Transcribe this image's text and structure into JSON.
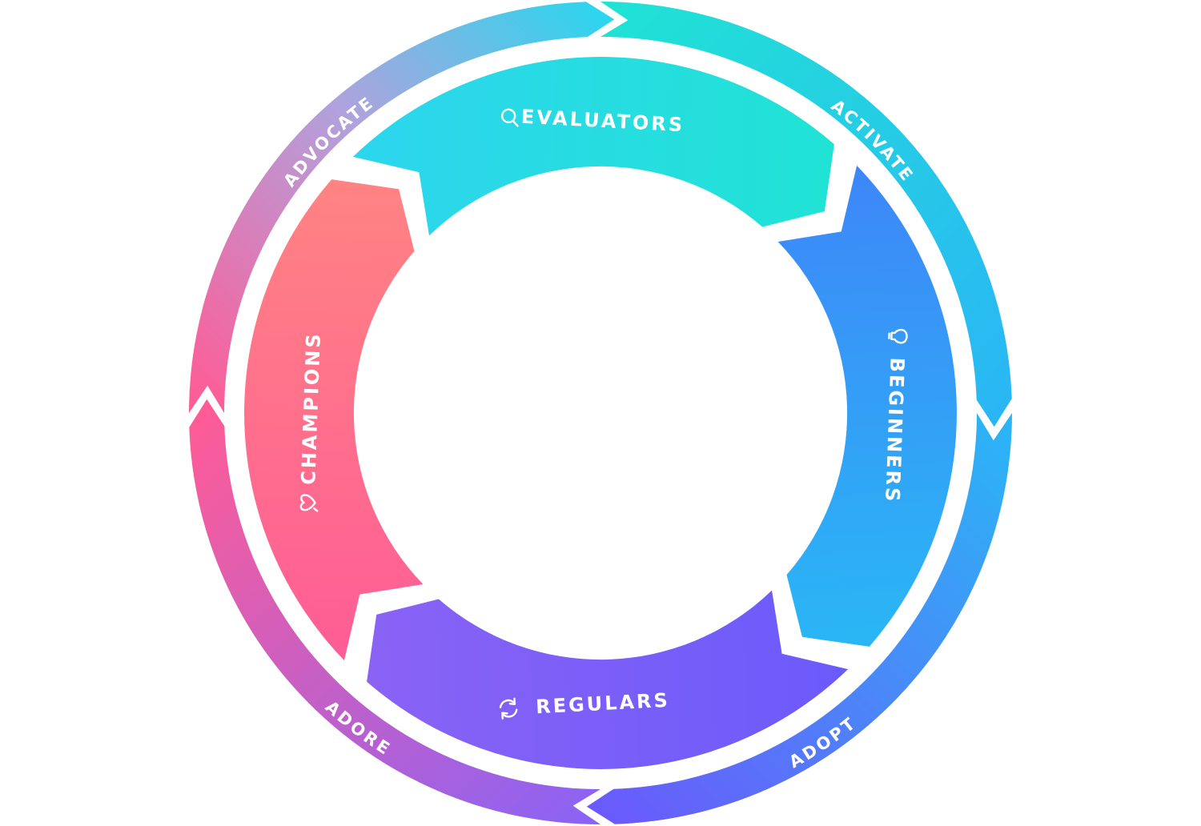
{
  "outer_ring": [
    {
      "id": "activate",
      "label": "ACTIVATE"
    },
    {
      "id": "adopt",
      "label": "ADOPT"
    },
    {
      "id": "adore",
      "label": "ADORE"
    },
    {
      "id": "advocate",
      "label": "ADVOCATE"
    }
  ],
  "inner_ring": [
    {
      "id": "evaluators",
      "label": "EVALUATORS",
      "icon": "search-icon"
    },
    {
      "id": "beginners",
      "label": "BEGINNERS",
      "icon": "lightbulb-icon"
    },
    {
      "id": "regulars",
      "label": "REGULARS",
      "icon": "refresh-icon"
    },
    {
      "id": "champions",
      "label": "CHAMPIONS",
      "icon": "heart-chat-icon"
    }
  ],
  "colors": {
    "teal": "#20E3D4",
    "sky": "#2AB6F5",
    "blue": "#3E86F8",
    "indigo": "#6A5AFB",
    "purple": "#8A63F5",
    "magenta": "#D45CC0",
    "pink": "#FF5C96",
    "coral": "#FF8383",
    "cyan": "#2DD5EE",
    "lavender": "#B0A2DD"
  }
}
